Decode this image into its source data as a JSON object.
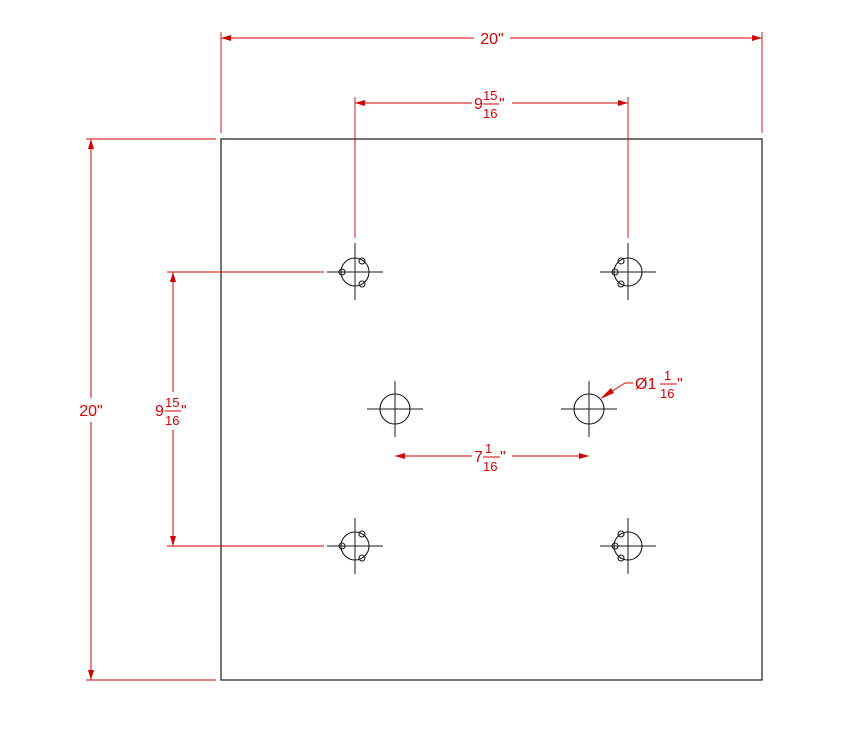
{
  "drawing": {
    "dimensions": {
      "overall_width": {
        "text": "20\""
      },
      "overall_height": {
        "text": "20\""
      },
      "top_hole_spacing": {
        "whole": "9",
        "num": "15",
        "den": "16",
        "suffix": "\""
      },
      "left_hole_spacing": {
        "whole": "9",
        "num": "15",
        "den": "16",
        "suffix": "\""
      },
      "center_hole_spacing": {
        "whole": "7",
        "num": "1",
        "den": "16",
        "suffix": "\""
      },
      "hole_diameter": {
        "whole": "Ø1",
        "num": "1",
        "den": "16",
        "suffix": "\""
      }
    },
    "colors": {
      "dimension": "#d40000",
      "geometry": "#1a1a1a"
    }
  }
}
